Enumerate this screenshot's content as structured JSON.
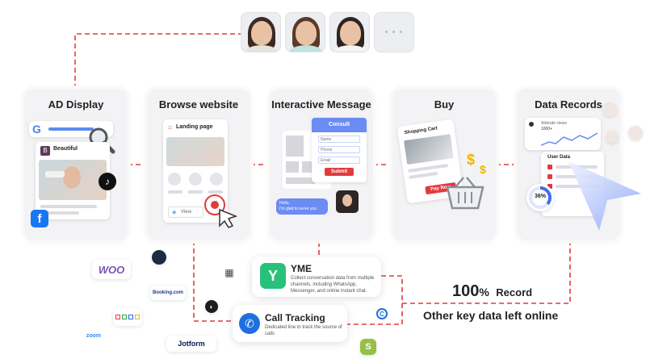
{
  "stages": [
    {
      "title": "AD Display"
    },
    {
      "title": "Browse website"
    },
    {
      "title": "Interactive Message"
    },
    {
      "title": "Buy"
    },
    {
      "title": "Data Records"
    }
  ],
  "ad_display": {
    "brand": "Beautiful",
    "brand_letter": "B"
  },
  "browse": {
    "landing_label": "Landing page",
    "view_label": "View"
  },
  "interactive": {
    "form_title": "Consult",
    "fields": [
      "Name",
      "Phone",
      "Email"
    ],
    "submit_label": "Submit",
    "chat_text": "Hello,\nI'm glad to serve you"
  },
  "buy": {
    "cart_label": "Shopping Cart",
    "pay_label": "Pay Now"
  },
  "records": {
    "views_label": "Website views",
    "views_value": "1000+",
    "user_data_label": "User Data",
    "percent": "36%",
    "percent_value": 36
  },
  "yme": {
    "title": "YME",
    "description": "Collect conversation data from multiple channels, including WhatsApp, Messenger, and online instant chat."
  },
  "call_tracking": {
    "title": "Call Tracking",
    "description": "Dedicated line to track the source of calls"
  },
  "record": {
    "percent": "100",
    "percent_sign": "%",
    "label": "Record",
    "other": "Other key data left online"
  },
  "more_label": "• • •",
  "logos": {
    "woo": "WOO",
    "booking": "Booking.com",
    "zoom": "zoom",
    "jotform": "Jotform"
  },
  "colors": {
    "accent_red": "#e23b3b",
    "yme_green": "#27c27a",
    "call_blue": "#1e6fe0",
    "woo_purple": "#7f54b3",
    "arrow_blue": "#6e8df5"
  }
}
